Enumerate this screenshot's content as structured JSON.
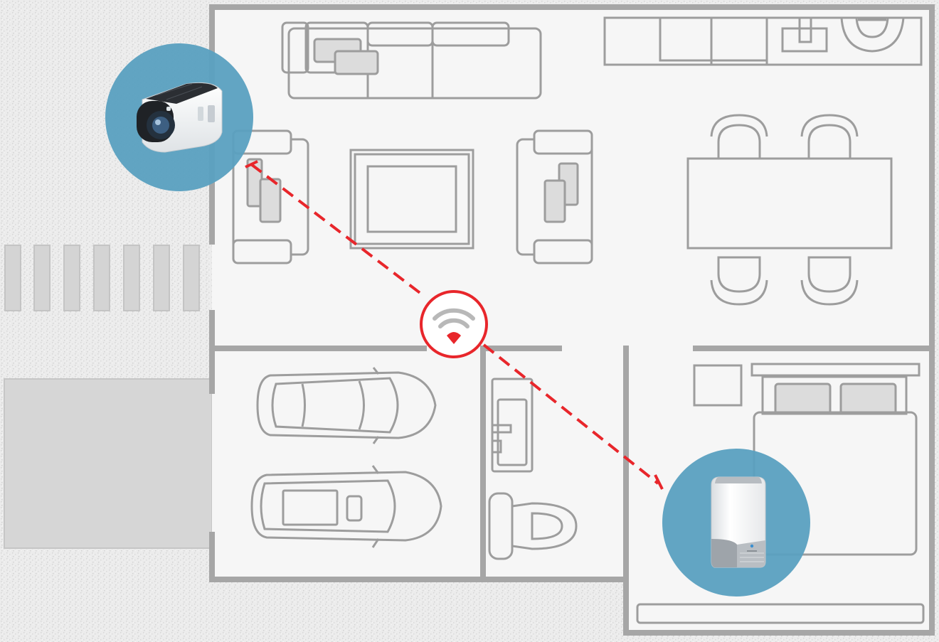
{
  "diagram": {
    "kind": "floor-plan",
    "colors": {
      "wall": "#a6a6a6",
      "floor": "#f6f6f6",
      "outdoor_texture": "#e4e4e4",
      "furniture_line": "#9d9d9d",
      "cushion_fill": "#dcdcdc",
      "badge_circle": "#5aa0c0",
      "signal_line": "#e8262b"
    },
    "devices": [
      {
        "name": "outdoor-camera",
        "icon": "security-camera-icon"
      },
      {
        "name": "homebase-station",
        "icon": "homebase-hub-icon"
      }
    ],
    "connection": {
      "from": "outdoor-camera",
      "to": "homebase-station",
      "style": "dashed",
      "icon": "wifi-icon"
    }
  }
}
